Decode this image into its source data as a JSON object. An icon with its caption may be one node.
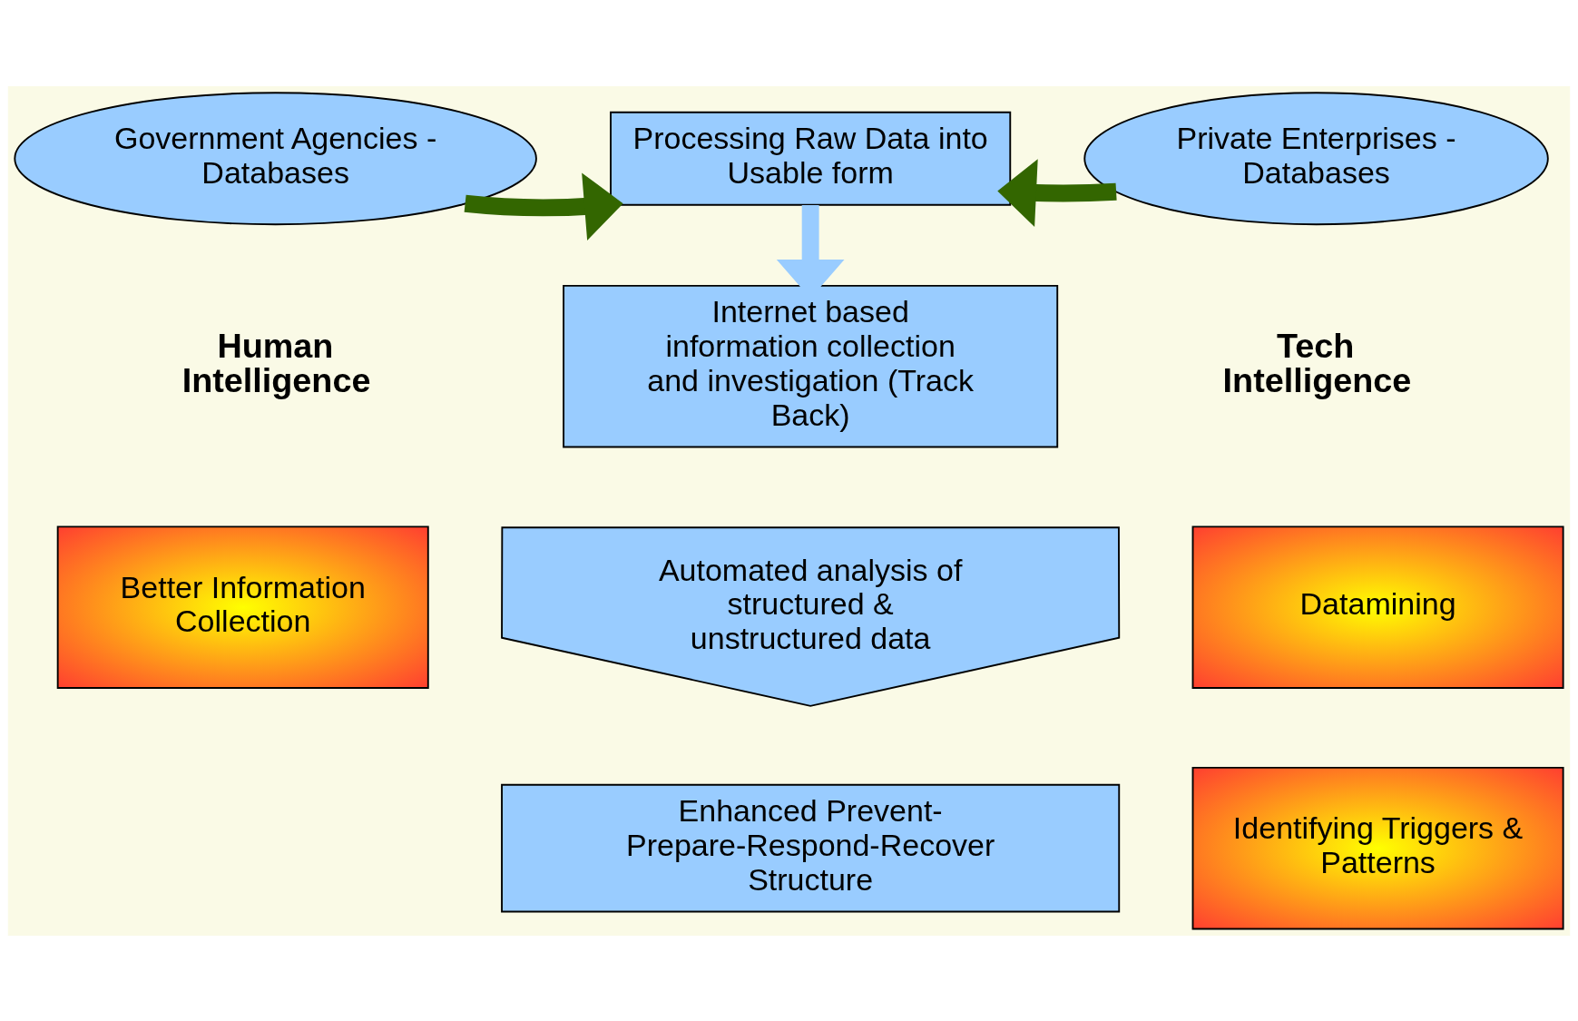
{
  "diagram": {
    "nodes": [
      {
        "text": [
          "Government Agencies - Databases"
        ]
      },
      {
        "text": [
          "Processing Raw Data into Usable form"
        ]
      },
      {
        "text": [
          "Private Enterprises - Databases"
        ]
      },
      {
        "text": [
          "Internet based information collection and investigation (Track Back)"
        ]
      },
      {
        "text": [
          "Automated analysis of structured & unstructured data"
        ]
      },
      {
        "text": [
          "Enhanced Prevent-Prepare-Respond-Recover Structure"
        ]
      },
      {
        "text": [
          "Better Information Collection"
        ]
      },
      {
        "text": [
          "Datamining"
        ]
      },
      {
        "text": [
          "Identifying Triggers & Patterns"
        ]
      }
    ],
    "edges": [
      {
        "from": 0,
        "to": 1,
        "arrow": "to"
      },
      {
        "from": 2,
        "to": 1,
        "arrow": "to"
      },
      {
        "from": 1,
        "to": 3,
        "arrow": "to",
        "color": "#99ccff"
      }
    ],
    "labels": [
      "Human Intelligence",
      "Tech Intelligence"
    ]
  }
}
